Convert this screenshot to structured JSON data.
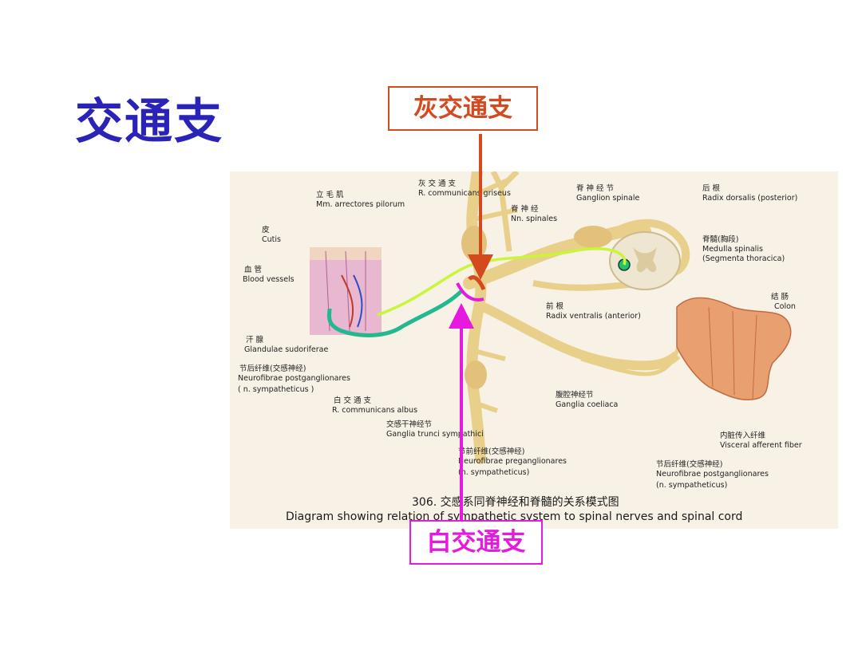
{
  "slide": {
    "title": "交通支",
    "gray_ramus_label": "灰交通支",
    "white_ramus_label": "白交通支"
  },
  "figure": {
    "labels": {
      "arrector_cn": "立 毛 肌",
      "arrector_en": "Mm. arrectores pilorum",
      "gray_cn": "灰 交 通 支",
      "gray_en": "R. communicans griseus",
      "spinal_nerves_cn": "脊 神 经",
      "spinal_nerves_en": "Nn. spinales",
      "ganglion_cn": "脊 神 经 节",
      "ganglion_en": "Ganglion spinale",
      "dorsal_cn": "后    根",
      "dorsal_en": "Radix dorsalis (posterior)",
      "cutis_cn": "皮",
      "cutis_en": "Cutis",
      "medulla_cn": "脊髓(胸段)",
      "medulla_en": "Medulla spinalis",
      "medulla_en2": "(Segmenta thoracica)",
      "vessels_cn": "血  管",
      "vessels_en": "Blood vessels",
      "ventral_cn": "前     根",
      "ventral_en": "Radix ventralis (anterior)",
      "colon_cn": "结  肠",
      "colon_en": "Colon",
      "gland_cn": "汗  腺",
      "gland_en": "Glandulae sudoriferae",
      "post1_cn": "节后纤维(交感神经)",
      "post1_en": "Neurofibrae postganglionares",
      "post1_en2": "( n. sympatheticus  )",
      "white_cn": "白 交 通 支",
      "white_en": "R. communicans albus",
      "trunk_cn": "交感干神经节",
      "trunk_en": "Ganglia trunci sympathici",
      "coeliac_cn": "腹腔神经节",
      "coeliac_en": "Ganglia coeliaca",
      "pre_cn": "节前纤维(交感神经)",
      "pre_en": "Neurofibrae preganglionares",
      "pre_en2": "(n. sympatheticus)",
      "visceral_cn": "内脏传入纤维",
      "visceral_en": "Visceral afferent fiber",
      "post2_cn": "节后纤维(交感神经)",
      "post2_en": "Neurofibrae postganglionares",
      "post2_en2": "(n. sympatheticus)"
    },
    "caption_cn": "306.  交感系同脊神经和脊髓的关系模式图",
    "caption_en": "Diagram showing relation of sympathetic system to spinal nerves and spinal cord"
  },
  "colors": {
    "title": "#2a23b8",
    "gray_ramus": "#d24a1e",
    "white_ramus": "#e61adf",
    "afferent_fiber": "#c9f53a",
    "postganglionic_fiber": "#25b890",
    "nerve": "#e8cf8a"
  }
}
